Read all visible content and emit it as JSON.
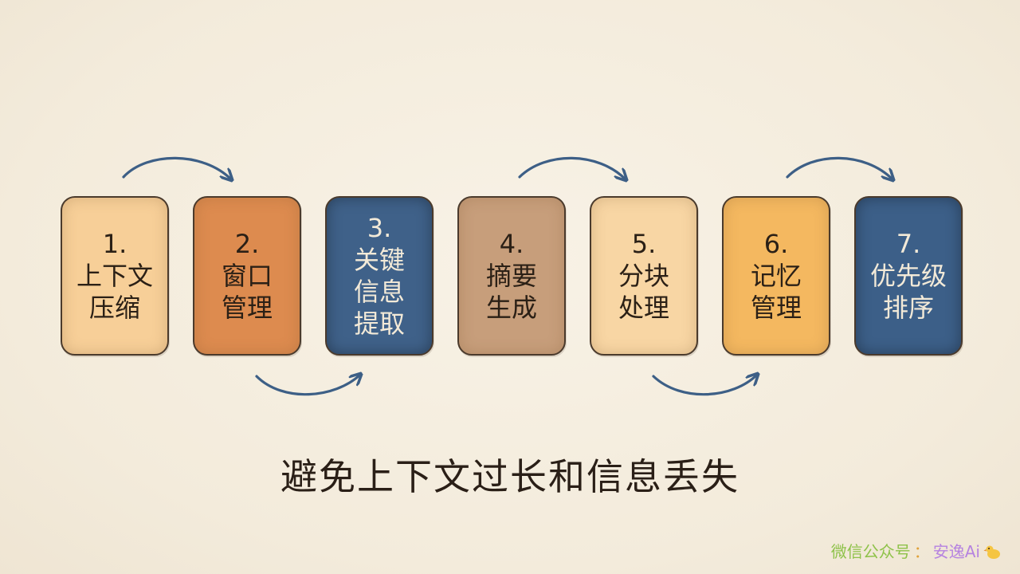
{
  "cards": [
    {
      "number": "1.",
      "lines": [
        "上下文",
        "压缩"
      ]
    },
    {
      "number": "2.",
      "lines": [
        "窗口",
        "管理"
      ]
    },
    {
      "number": "3.",
      "lines": [
        "关键",
        "信息",
        "提取"
      ]
    },
    {
      "number": "4.",
      "lines": [
        "摘要",
        "生成"
      ]
    },
    {
      "number": "5.",
      "lines": [
        "分块",
        "处理"
      ]
    },
    {
      "number": "6.",
      "lines": [
        "记忆",
        "管理"
      ]
    },
    {
      "number": "7.",
      "lines": [
        "优先级",
        "排序"
      ]
    }
  ],
  "caption": "避免上下文过长和信息丢失",
  "watermark": {
    "prefix": "微信公众号",
    "separator": "：",
    "brand": "安逸Ai",
    "icon": "duck-icon"
  },
  "colors": {
    "card_1": "#f7cf98",
    "card_2": "#dd8b4f",
    "card_3": "#3f6189",
    "card_4": "#c79e7b",
    "card_5": "#f8d6a4",
    "card_6": "#f4b860",
    "card_7": "#3c5f88",
    "arrow": "#3d5f86",
    "background": "#f6efe1"
  }
}
